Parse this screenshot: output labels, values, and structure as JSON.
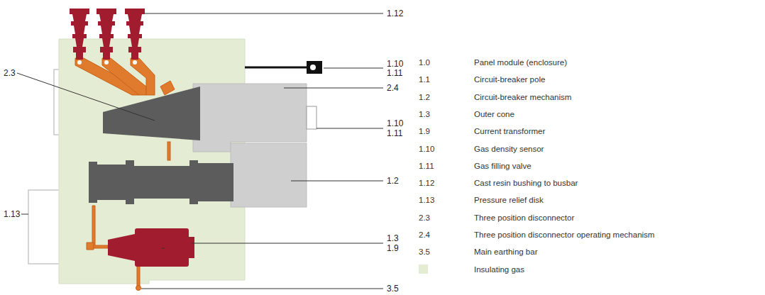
{
  "diagram": {
    "labels": [
      "1.12",
      "2.3",
      "1.10",
      "1.11",
      "2.4",
      "1.10",
      "1.11",
      "1.2",
      "1.13",
      "1.3",
      "1.9",
      "3.5",
      "1.0",
      "Panel module (enclosure)",
      "1.1",
      "Circuit-breaker pole",
      "1.2",
      "Circuit-breaker mechanism",
      "1.3",
      "Outer cone",
      "1.9",
      "Current transformer",
      "1.10",
      "Gas density sensor",
      "1.11",
      "Gas filling valve",
      "1.12",
      "Cast resin bushing to busbar",
      "1.13",
      "Pressure relief disk",
      "2.3",
      "Three position disconnector",
      "2.4",
      "Three position disconnector operating mechanism",
      "3.5",
      "Main earthing bar"
    ],
    "legend": [
      {
        "text": "Insulating gas",
        "color": "#e4edd3"
      }
    ]
  }
}
